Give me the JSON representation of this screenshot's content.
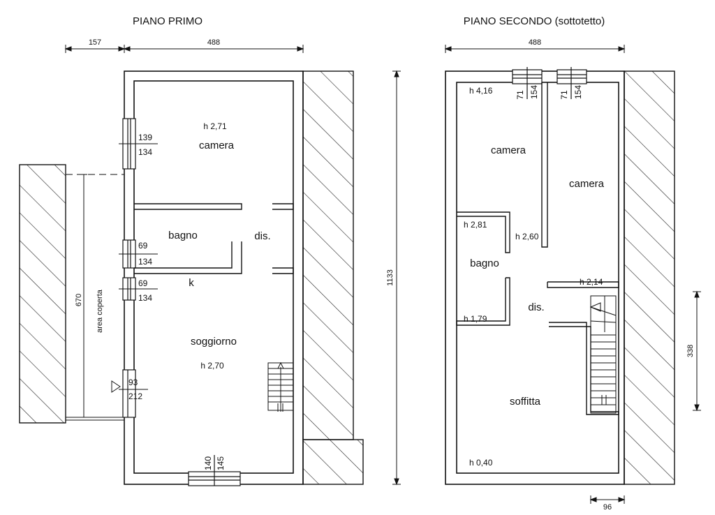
{
  "floor1": {
    "title": "PIANO PRIMO",
    "dims": {
      "top_left": "157",
      "top_right": "488",
      "side": "670",
      "side_label": "area coperta"
    },
    "rooms": {
      "camera": "camera",
      "camera_h": "h 2,71",
      "bagno": "bagno",
      "dis": "dis.",
      "k": "k",
      "soggiorno": "soggiorno",
      "soggiorno_h": "h 2,70"
    },
    "windows": {
      "w1_top": "139",
      "w1_bottom": "134",
      "w2_top": "69",
      "w2_bottom": "134",
      "w3_top": "69",
      "w3_bottom": "134",
      "door_top": "93",
      "door_bottom": "212",
      "bottom_a": "140",
      "bottom_b": "145"
    }
  },
  "floor2": {
    "title": "PIANO SECONDO (sottotetto)",
    "dims": {
      "top": "488",
      "height_total": "1133",
      "right_side": "338",
      "bottom": "96"
    },
    "rooms": {
      "camera_left": "camera",
      "camera_right": "camera",
      "bagno": "bagno",
      "dis": "dis.",
      "soffitta": "soffitta"
    },
    "heights": {
      "h1": "h 4,16",
      "h2": "h 2,81",
      "h3": "h 2,60",
      "h4": "h 2,14",
      "h5": "h 1,79",
      "h6": "h 0,40"
    },
    "windows": {
      "w1_a": "71",
      "w1_b": "154",
      "w2_a": "71",
      "w2_b": "154"
    }
  }
}
